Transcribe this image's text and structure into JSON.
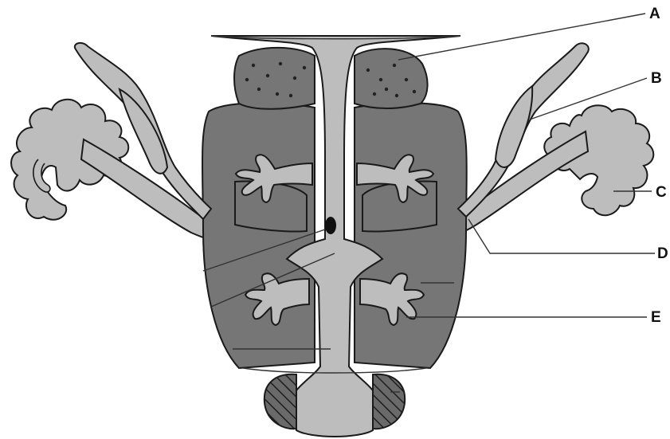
{
  "diagram": {
    "labels": {
      "a": "A",
      "b": "B",
      "c": "C",
      "d": "D",
      "e": "E"
    }
  },
  "colors": {
    "light": "#bdbdbd",
    "dark": "#767676",
    "outline": "#1a1a1a",
    "dot": "#222222",
    "background": "#ffffff"
  }
}
